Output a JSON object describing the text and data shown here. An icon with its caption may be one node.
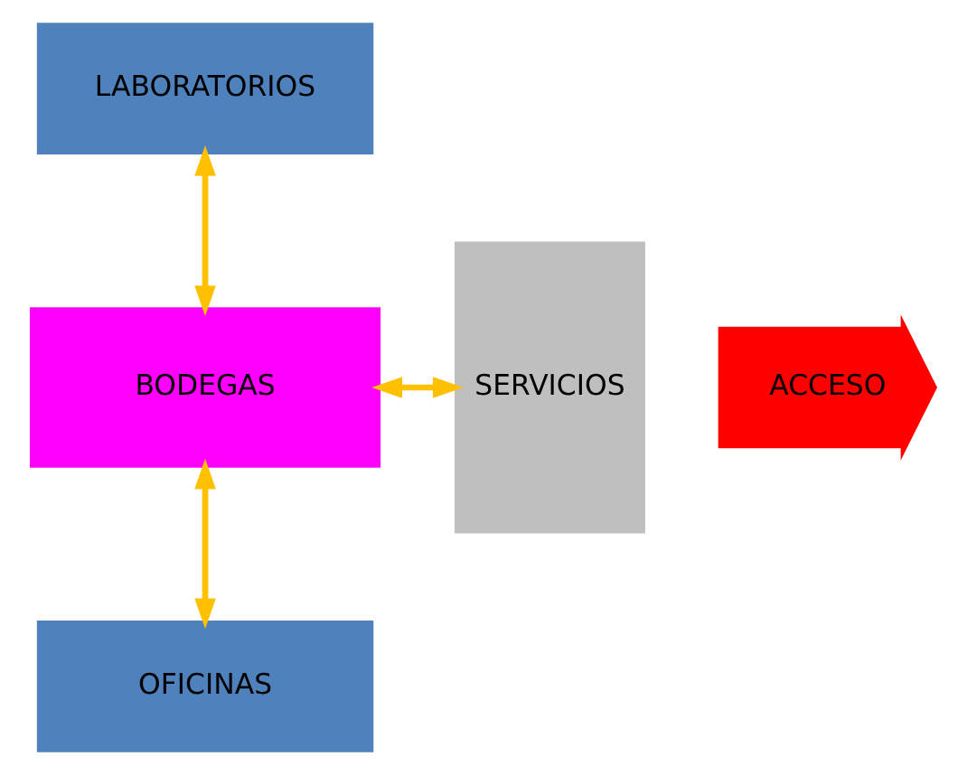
{
  "diagram": {
    "nodes": [
      {
        "text": [
          "LABORATORIOS"
        ]
      },
      {
        "text": [
          "ACCESO"
        ]
      },
      {
        "text": [
          "BODEGAS"
        ]
      },
      {
        "text": [
          "SERVICIOS"
        ]
      },
      {
        "text": [
          "OFICINAS"
        ]
      }
    ],
    "edges": [
      {
        "from": 0,
        "to": 2,
        "arrow": "both"
      },
      {
        "from": 2,
        "to": 3,
        "arrow": "both"
      },
      {
        "from": 2,
        "to": 4,
        "arrow": "both"
      }
    ]
  }
}
